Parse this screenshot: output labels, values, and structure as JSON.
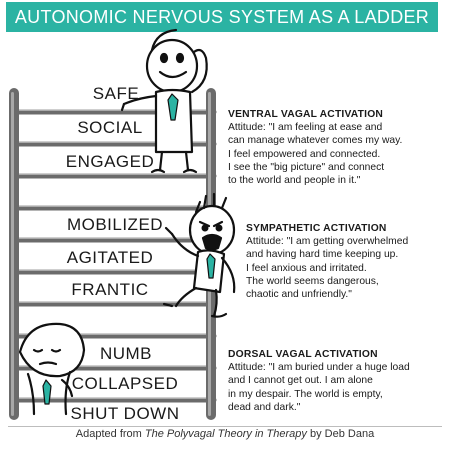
{
  "title": "AUTONOMIC NERVOUS SYSTEM AS A LADDER",
  "colors": {
    "title_bar": "#2bb3a3",
    "tie": "#2bb3a3",
    "rail": "#6b6b6b"
  },
  "levels": {
    "ventral": [
      "SAFE",
      "SOCIAL",
      "ENGAGED"
    ],
    "sympathetic": [
      "MOBILIZED",
      "AGITATED",
      "FRANTIC"
    ],
    "dorsal": [
      "NUMB",
      "COLLAPSED",
      "SHUT DOWN"
    ]
  },
  "descriptions": {
    "ventral": {
      "heading": "VENTRAL VAGAL ACTIVATION",
      "lines": [
        "Attitude: \"I am feeling at ease and",
        "can manage whatever comes my way.",
        "I feel empowered and connected.",
        "I see the \"big picture\" and connect",
        "to the world and people in it.\""
      ]
    },
    "sympathetic": {
      "heading": "SYMPATHETIC ACTIVATION",
      "lines": [
        "Attitude: \"I am getting overwhelmed",
        "and having hard time keeping up.",
        "I feel anxious and irritated.",
        "The world seems dangerous,",
        "chaotic and unfriendly.\""
      ]
    },
    "dorsal": {
      "heading": "DORSAL VAGAL ACTIVATION",
      "lines": [
        "Attitude: \"I am buried under a huge load",
        "and I cannot get out. I am alone",
        "in my despair. The world is empty,",
        "dead and dark.\""
      ]
    }
  },
  "footer": {
    "prefix": "Adapted from ",
    "book": "The Polyvagal Theory in Therapy",
    "suffix": " by Deb Dana"
  }
}
